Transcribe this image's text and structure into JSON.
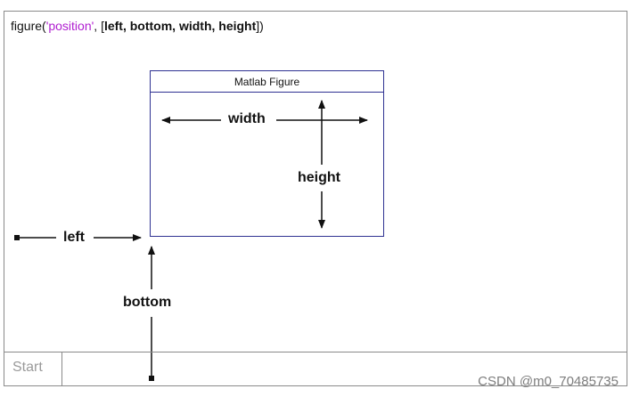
{
  "code": {
    "func": "figure(",
    "str": "'position'",
    "sep": ", [",
    "args": "left, bottom, width, height",
    "close": "])"
  },
  "window": {
    "title": "Matlab Figure"
  },
  "labels": {
    "width": "width",
    "height": "height",
    "left": "left",
    "bottom": "bottom"
  },
  "taskbar": {
    "start": "Start"
  },
  "watermark": "CSDN @m0_70485735",
  "colors": {
    "window_border": "#2e3192",
    "string_literal": "#b01ed0",
    "arrow": "#111111"
  }
}
